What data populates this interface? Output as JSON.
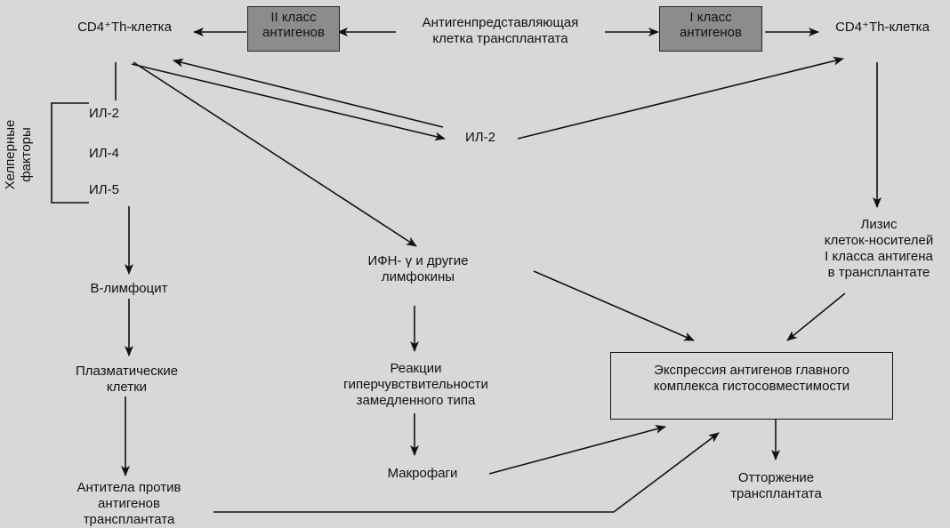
{
  "diagram": {
    "top_left_cell": "CD4⁺Th-клетка",
    "top_right_cell": "CD4⁺Th-клетка",
    "class2_box": [
      "II класс",
      "антигенов"
    ],
    "class1_box": [
      "I класс",
      "антигенов"
    ],
    "apc": [
      "Антигенпредставляющая",
      "клетка трансплантата"
    ],
    "il2_list": "ИЛ-2",
    "il4_list": "ИЛ-4",
    "il5_list": "ИЛ-5",
    "helper_factors": [
      "Хелперные",
      "факторы"
    ],
    "il2_center": "ИЛ-2",
    "ifn": [
      "ИФН- γ и другие",
      "лимфокины"
    ],
    "lysis": [
      "Лизис",
      "клеток-носителей",
      "I класса антигена",
      "в трансплантате"
    ],
    "b_lymphocyte": "В-лимфоцит",
    "plasma_cells": [
      "Плазматические",
      "клетки"
    ],
    "antibodies": [
      "Антитела против",
      "антигенов",
      "трансплантата"
    ],
    "dth": [
      "Реакции",
      "гиперчувствительности",
      "замедленного типа"
    ],
    "macrophages": "Макрофаги",
    "mhc_expression": [
      "Экспрессия антигенов главного",
      "комплекса гистосовместимости"
    ],
    "rejection": [
      "Отторжение",
      "трансплантата"
    ]
  },
  "colors": {
    "background": "#d8d8d8",
    "box_fill": "#8c8c8c",
    "ink": "#111111"
  }
}
